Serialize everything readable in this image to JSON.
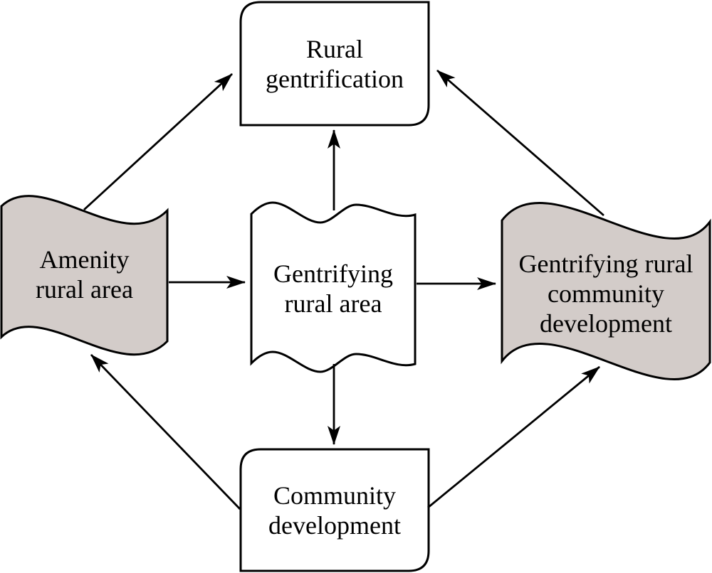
{
  "figure": {
    "background_color": "#ffffff",
    "outline_color": "#000000",
    "flag_fill_color": "#d3ccc9",
    "box_fill_color": "#ffffff",
    "text_color": "#000000",
    "nodes": {
      "top": {
        "id": "rural-gentrification",
        "label": "Rural\ngentrification",
        "shape": "rounded-rectangle",
        "filled": false
      },
      "left": {
        "id": "amenity-rural-area",
        "label": "Amenity\nrural area",
        "shape": "wave-flag",
        "filled": true
      },
      "center": {
        "id": "gentrifying-rural-area",
        "label": "Gentrifying\nrural area",
        "shape": "double-wave",
        "filled": false
      },
      "right": {
        "id": "gentrifying-rural-community-development",
        "label": "Gentrifying rural\ncommunity\ndevelopment",
        "shape": "wave-flag",
        "filled": true
      },
      "bottom": {
        "id": "community-development",
        "label": "Community\ndevelopment",
        "shape": "rounded-rectangle",
        "filled": false
      }
    },
    "edges": [
      {
        "from": "amenity-rural-area",
        "to": "rural-gentrification"
      },
      {
        "from": "amenity-rural-area",
        "to": "gentrifying-rural-area"
      },
      {
        "from": "gentrifying-rural-area",
        "to": "rural-gentrification"
      },
      {
        "from": "gentrifying-rural-area",
        "to": "gentrifying-rural-community-development"
      },
      {
        "from": "gentrifying-rural-area",
        "to": "community-development"
      },
      {
        "from": "gentrifying-rural-community-development",
        "to": "rural-gentrification"
      },
      {
        "from": "community-development",
        "to": "amenity-rural-area"
      },
      {
        "from": "community-development",
        "to": "gentrifying-rural-community-development"
      }
    ]
  }
}
